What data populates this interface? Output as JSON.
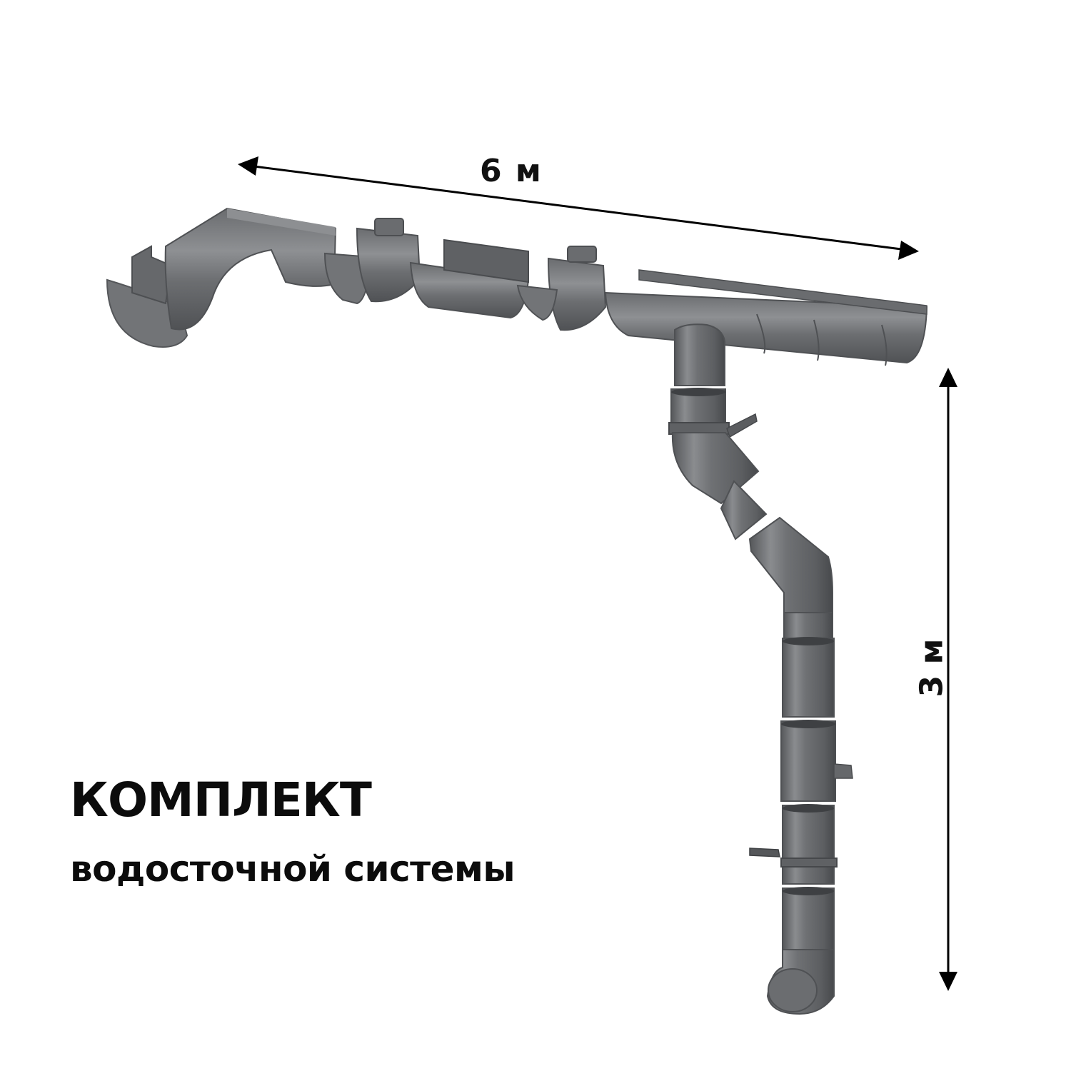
{
  "product": {
    "title": "КОМПЛЕКТ",
    "subtitle": "водосточной системы"
  },
  "dimensions": {
    "width_label": "6 м",
    "height_label": "3 м"
  },
  "colors": {
    "background": "#ffffff",
    "pipe_gray": "#6e7073",
    "pipe_dark": "#4f5154",
    "pipe_light": "#9a9c9f",
    "text": "#0c0c0c"
  },
  "components": [
    {
      "name": "gutter-end-cap"
    },
    {
      "name": "gutter-corner-90"
    },
    {
      "name": "gutter-bracket"
    },
    {
      "name": "gutter-connector"
    },
    {
      "name": "gutter-funnel"
    },
    {
      "name": "gutter-section"
    },
    {
      "name": "downpipe-elbow"
    },
    {
      "name": "downpipe-clamp"
    },
    {
      "name": "downpipe-section"
    },
    {
      "name": "rainwater-collector"
    },
    {
      "name": "downpipe-outlet"
    }
  ]
}
